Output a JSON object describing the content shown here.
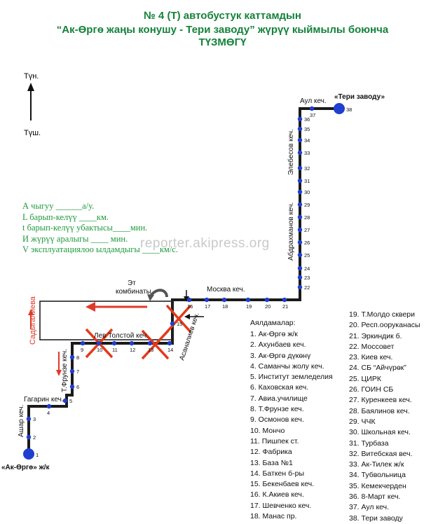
{
  "header": {
    "line1": "№ 4 (Т) автобустук каттамдын",
    "line2": "“Ак-Өргө жаңы конушу  - Тери заводу” жүрүү кыймылы боюнча",
    "line3": "ТҮЗМӨГҮ"
  },
  "compass": {
    "north": "Түн.",
    "south": "Түш."
  },
  "form": {
    "a": "А чыгуу ______а/у.",
    "l": "L барып-келүү ____км.",
    "t": "t барып-келүү убактысы____мин.",
    "i": "И жүрүү аралыгы ____  мин.",
    "v": "V эксплуатациялоо ылдамдыгы ____км/с."
  },
  "watermark": "reporter.akipress.org",
  "labels": {
    "teri": "«Тери заводу»",
    "akorgo": "«Ак-Өргө» ж/к",
    "aul": "Аул кеч.",
    "elebesov": "Элебесов кеч.",
    "abdrahmanov": "Абдрахманов кеч.",
    "moskva": "Москва кеч.",
    "et": "Эт",
    "kombinaty": "комбинаты",
    "leo": "Лев Толстой кеч.",
    "asanaliev": "Асаналиев кеч.",
    "sadygalieva": "Садыгалиева",
    "frunze": "Т.Фрунзе кеч.",
    "gagarin": "Гагарин кеч.",
    "ashar": "Ашар кеч."
  },
  "stops_title": "Аялдамалар:",
  "stops_left": [
    "1. Ак-Өргө ж/к",
    "2. Ахунбаев кеч.",
    "3. Ак-Өргө дүкөнү",
    "4. Саманчы жолу кеч.",
    "5. Институт земледелия",
    "6. Каховская кеч.",
    "7. Авиа.училище",
    "8.  Т.Фрунзе кеч.",
    "9. Осмонов кеч.",
    "10. Мончо",
    "11. Пишпек ст.",
    "12. Фабрика",
    "13. База №1",
    "14. Баткен б-ры",
    "15. Бекенбаев кеч.",
    "16. К.Акиев кеч.",
    "17. Шевченко кеч.",
    "18. Манас пр."
  ],
  "stops_right": [
    "19. Т.Молдо сквери",
    "20. Респ.ооруканасы",
    "21. Эркиндик б.",
    "22. Моссовет",
    "23. Киев кеч.",
    "24. СБ “Айчүрөк”",
    "25. ЦИРК",
    "26. ГОИН СБ",
    "27. Куренкеев кеч.",
    "28. Баялинов кеч.",
    "29. ЧЧК",
    "30. Школьная кеч.",
    "31. Турбаза",
    "32. Витебская веч.",
    "33. Ак-Тилек ж/к",
    "34. Тубвольница",
    "35. Кемекчерден",
    "36. 8-Март кеч.",
    "37. Аул кеч.",
    "38. Тери заводу"
  ],
  "stop_numbers": [
    "1",
    "2",
    "3",
    "4",
    "5",
    "6",
    "7",
    "8",
    "9",
    "10",
    "11",
    "12",
    "13",
    "14",
    "15",
    "16",
    "17",
    "18",
    "19",
    "20",
    "21",
    "22",
    "23",
    "24",
    "25",
    "26",
    "27",
    "28",
    "29",
    "30",
    "31",
    "32",
    "33",
    "34",
    "35",
    "36",
    "37",
    "38"
  ],
  "colors": {
    "route": "#1a1a1a",
    "stop": "#1f3fd0",
    "cross": "#e23a1a",
    "arrow": "#e03a2a",
    "title": "#14823a"
  }
}
